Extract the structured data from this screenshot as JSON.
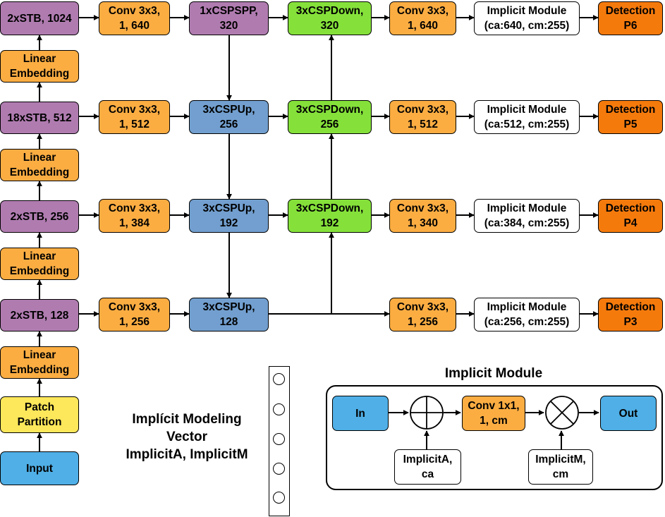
{
  "backbone": {
    "input": [
      "Input"
    ],
    "patch": [
      "Patch",
      "Partition"
    ],
    "embed1": [
      "Linear",
      "Embedding"
    ],
    "stb128": [
      "2xSTB, 128"
    ],
    "embed2": [
      "Linear",
      "Embedding"
    ],
    "stb256": [
      "2xSTB, 256"
    ],
    "embed3": [
      "Linear",
      "Embedding"
    ],
    "stb512": [
      "18xSTB, 512"
    ],
    "embed4": [
      "Linear",
      "Embedding"
    ],
    "stb1024": [
      "2xSTB, 1024"
    ]
  },
  "neck": {
    "conv_r1": [
      "Conv 3x3,",
      "1, 640"
    ],
    "conv_r2": [
      "Conv 3x3,",
      "1, 512"
    ],
    "conv_r3": [
      "Conv 3x3,",
      "1, 384"
    ],
    "conv_r4": [
      "Conv 3x3,",
      "1, 256"
    ],
    "spp": [
      "1xCSPSPP,",
      "320"
    ],
    "up256": [
      "3xCSPUp,",
      "256"
    ],
    "up192": [
      "3xCSPUp,",
      "192"
    ],
    "up128": [
      "3xCSPUp,",
      "128"
    ],
    "down320": [
      "3xCSPDown,",
      "320"
    ],
    "down256": [
      "3xCSPDown,",
      "256"
    ],
    "down192": [
      "3xCSPDown,",
      "192"
    ]
  },
  "head": {
    "conv_p6": [
      "Conv 3x3,",
      "1, 640"
    ],
    "conv_p5": [
      "Conv 3x3,",
      "1, 512"
    ],
    "conv_p4": [
      "Conv 3x3,",
      "1, 340"
    ],
    "conv_p3": [
      "Conv 3x3,",
      "1, 256"
    ],
    "impl_p6": [
      "Implicit Module",
      "(ca:640, cm:255)"
    ],
    "impl_p5": [
      "Implicit Module",
      "(ca:512, cm:255)"
    ],
    "impl_p4": [
      "Implicit Module",
      "(ca:384, cm:255)"
    ],
    "impl_p3": [
      "Implicit Module",
      "(ca:256, cm:255)"
    ],
    "det_p6": [
      "Detection",
      "P6"
    ],
    "det_p5": [
      "Detection",
      "P5"
    ],
    "det_p4": [
      "Detection",
      "P4"
    ],
    "det_p3": [
      "Detection",
      "P3"
    ]
  },
  "legend": {
    "vector_caption": [
      "Implícit Modeling",
      "Vector",
      "ImplicitA, ImplicitM"
    ],
    "module_title": "Implicit Module",
    "in": [
      "In"
    ],
    "conv": [
      "Conv 1x1,",
      "1, cm"
    ],
    "out": [
      "Out"
    ],
    "implicit_a": [
      "ImplicitA,",
      "ca"
    ],
    "implicit_m": [
      "ImplicitM,",
      "cm"
    ]
  },
  "colors": {
    "stb": "#b07cb0",
    "conv": "#fbad42",
    "spp": "#b07cb0",
    "csp_up": "#729fcf",
    "csp_down": "#85e13a",
    "implicit": "#ffffff",
    "detection": "#f57a0c",
    "patch": "#fde75a",
    "input": "#4fafe6"
  }
}
